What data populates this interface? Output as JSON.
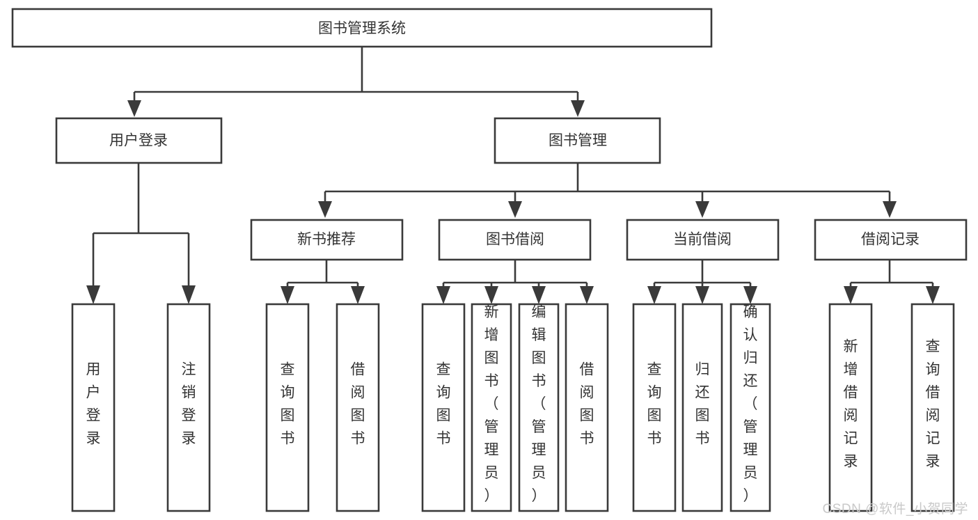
{
  "diagram": {
    "type": "tree-hierarchy",
    "title": "图书管理系统",
    "watermark": "CSDN @软件_小贺同学",
    "colors": {
      "stroke": "#3a3a3a",
      "box_fill": "#ffffff",
      "text": "#333333",
      "background": "#ffffff",
      "watermark": "#c9c9c9"
    },
    "levels": [
      {
        "level": 1,
        "nodes": [
          {
            "id": "root",
            "label": "图书管理系统",
            "orientation": "horizontal"
          }
        ]
      },
      {
        "level": 2,
        "nodes": [
          {
            "id": "user-login",
            "label": "用户登录",
            "orientation": "horizontal",
            "parent": "root"
          },
          {
            "id": "book-manage",
            "label": "图书管理",
            "orientation": "horizontal",
            "parent": "root"
          }
        ]
      },
      {
        "level": 3,
        "nodes": [
          {
            "id": "new-book-rec",
            "label": "新书推荐",
            "orientation": "horizontal",
            "parent": "book-manage"
          },
          {
            "id": "book-borrow",
            "label": "图书借阅",
            "orientation": "horizontal",
            "parent": "book-manage"
          },
          {
            "id": "current-borrow",
            "label": "当前借阅",
            "orientation": "horizontal",
            "parent": "book-manage"
          },
          {
            "id": "borrow-record",
            "label": "借阅记录",
            "orientation": "horizontal",
            "parent": "book-manage"
          }
        ]
      },
      {
        "level": 4,
        "nodes": [
          {
            "id": "leaf-user-login",
            "label": "用户登录",
            "orientation": "vertical",
            "parent": "user-login"
          },
          {
            "id": "leaf-logout",
            "label": "注销登录",
            "orientation": "vertical",
            "parent": "user-login"
          },
          {
            "id": "leaf-query-book-1",
            "label": "查询图书",
            "orientation": "vertical",
            "parent": "new-book-rec"
          },
          {
            "id": "leaf-borrow-book-1",
            "label": "借阅图书",
            "orientation": "vertical",
            "parent": "new-book-rec"
          },
          {
            "id": "leaf-query-book-2",
            "label": "查询图书",
            "orientation": "vertical",
            "parent": "book-borrow"
          },
          {
            "id": "leaf-add-book",
            "label": "新增图书（管理员）",
            "orientation": "vertical",
            "parent": "book-borrow"
          },
          {
            "id": "leaf-edit-book",
            "label": "编辑图书（管理员）",
            "orientation": "vertical",
            "parent": "book-borrow"
          },
          {
            "id": "leaf-borrow-book-2",
            "label": "借阅图书",
            "orientation": "vertical",
            "parent": "book-borrow"
          },
          {
            "id": "leaf-query-book-3",
            "label": "查询图书",
            "orientation": "vertical",
            "parent": "current-borrow"
          },
          {
            "id": "leaf-return-book",
            "label": "归还图书",
            "orientation": "vertical",
            "parent": "current-borrow"
          },
          {
            "id": "leaf-confirm-return",
            "label": "确认归还（管理员）",
            "orientation": "vertical",
            "parent": "current-borrow"
          },
          {
            "id": "leaf-add-record",
            "label": "新增借阅记录",
            "orientation": "vertical",
            "parent": "borrow-record"
          },
          {
            "id": "leaf-query-record",
            "label": "查询借阅记录",
            "orientation": "vertical",
            "parent": "borrow-record"
          }
        ]
      }
    ]
  }
}
